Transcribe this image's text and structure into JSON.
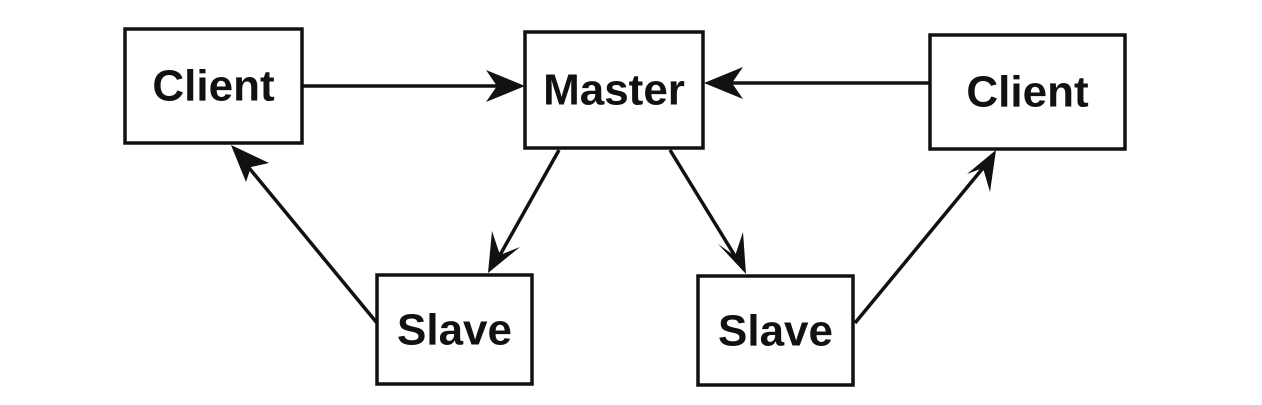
{
  "diagram": {
    "nodes": {
      "client_left": {
        "label": "Client"
      },
      "master": {
        "label": "Master"
      },
      "client_right": {
        "label": "Client"
      },
      "slave_left": {
        "label": "Slave"
      },
      "slave_right": {
        "label": "Slave"
      }
    },
    "edges": [
      {
        "from": "client_left",
        "to": "master"
      },
      {
        "from": "client_right",
        "to": "master"
      },
      {
        "from": "master",
        "to": "slave_left"
      },
      {
        "from": "master",
        "to": "slave_right"
      },
      {
        "from": "slave_left",
        "to": "client_left"
      },
      {
        "from": "slave_right",
        "to": "client_right"
      }
    ],
    "colors": {
      "stroke": "#111111",
      "background": "#ffffff"
    }
  }
}
